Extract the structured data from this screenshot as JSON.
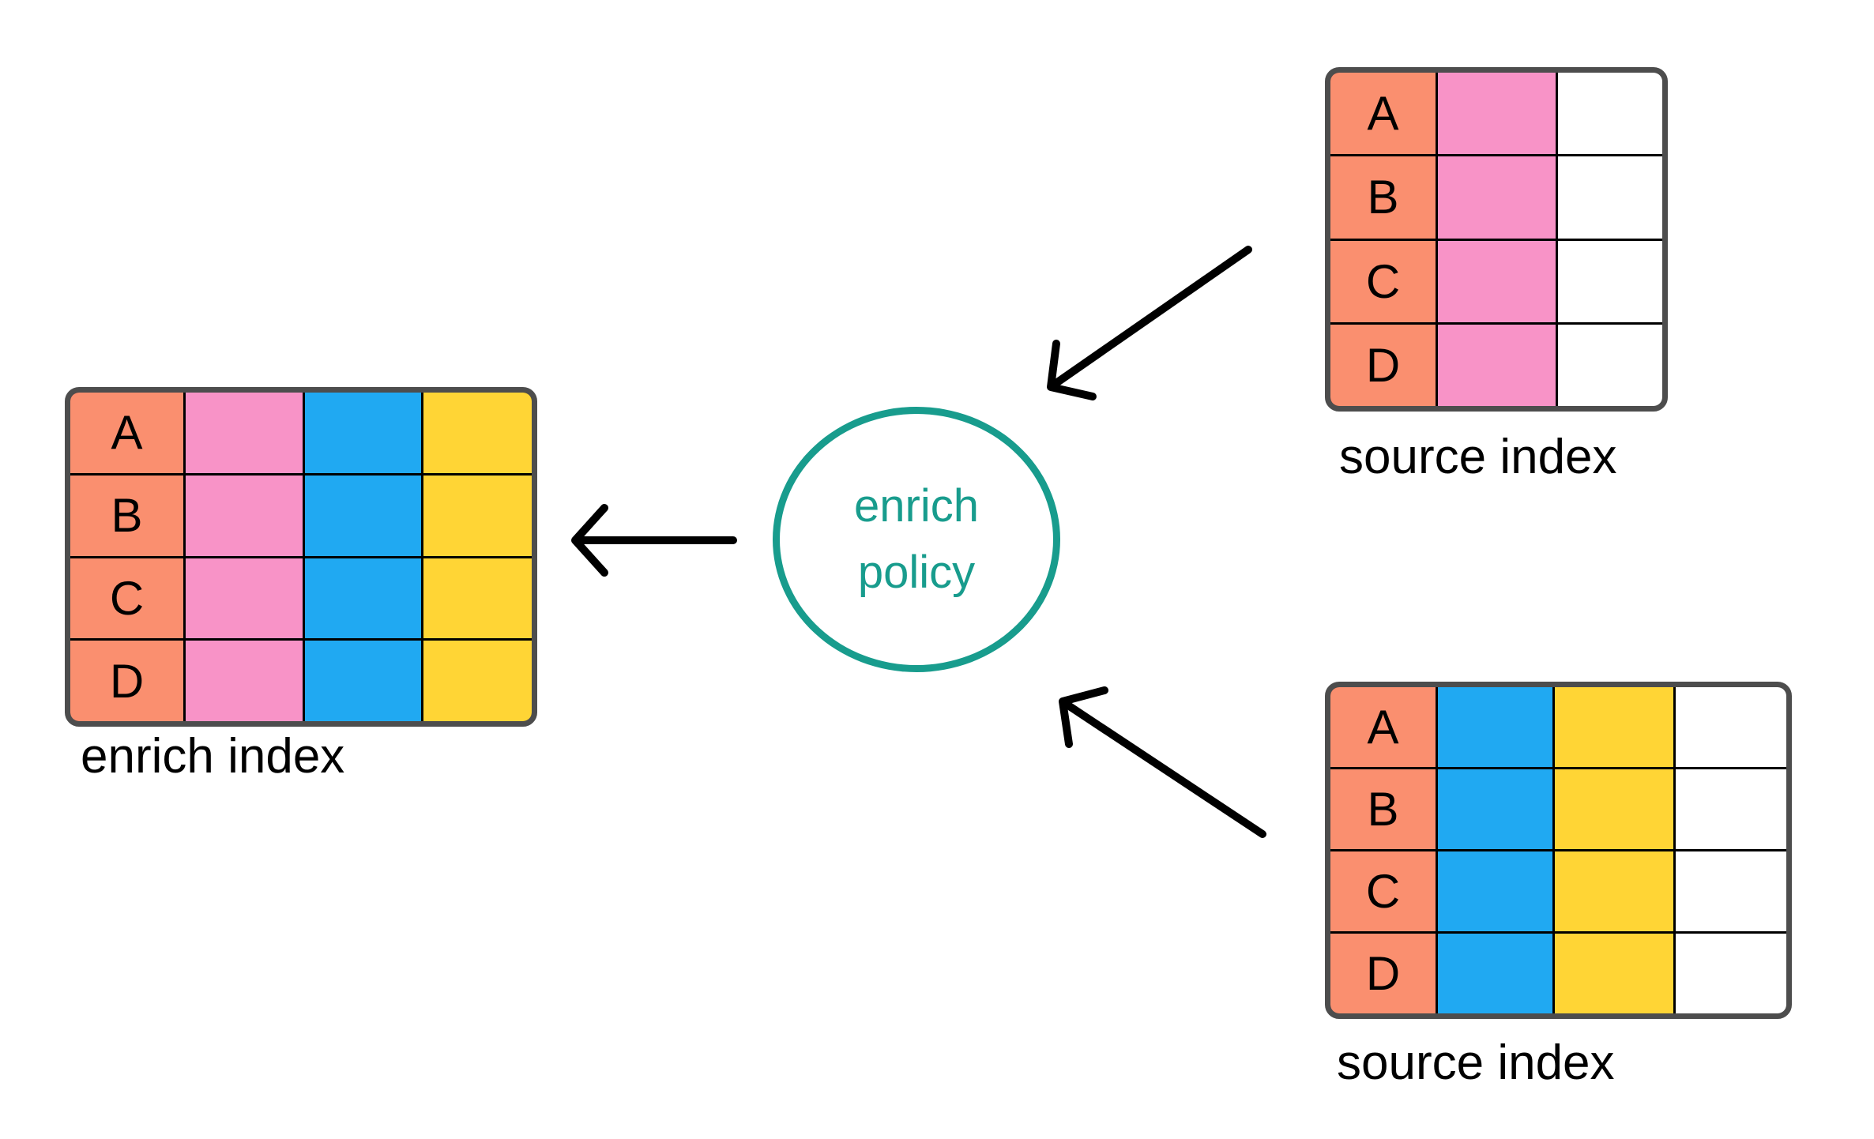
{
  "colors": {
    "salmon": "#FA8F6F",
    "pink": "#F893C7",
    "blue": "#20A9F2",
    "yellow": "#FFD535",
    "empty": "#FFFFFF",
    "table_border": "#4D4D4D",
    "gridline": "#000000",
    "teal": "#189C8D",
    "arrow": "#000000",
    "background": "#FFFFFF"
  },
  "tables": {
    "enrich_index": {
      "label": "enrich index",
      "row_keys": [
        "A",
        "B",
        "C",
        "D"
      ],
      "col_colors": [
        "salmon",
        "pink",
        "blue",
        "yellow"
      ]
    },
    "source_index_top": {
      "label": "source index",
      "row_keys": [
        "A",
        "B",
        "C",
        "D"
      ],
      "col_colors": [
        "salmon",
        "pink",
        "empty"
      ]
    },
    "source_index_bottom": {
      "label": "source index",
      "row_keys": [
        "A",
        "B",
        "C",
        "D"
      ],
      "col_colors": [
        "salmon",
        "blue",
        "yellow",
        "empty"
      ]
    }
  },
  "policy_circle": {
    "line1": "enrich",
    "line2": "policy"
  }
}
